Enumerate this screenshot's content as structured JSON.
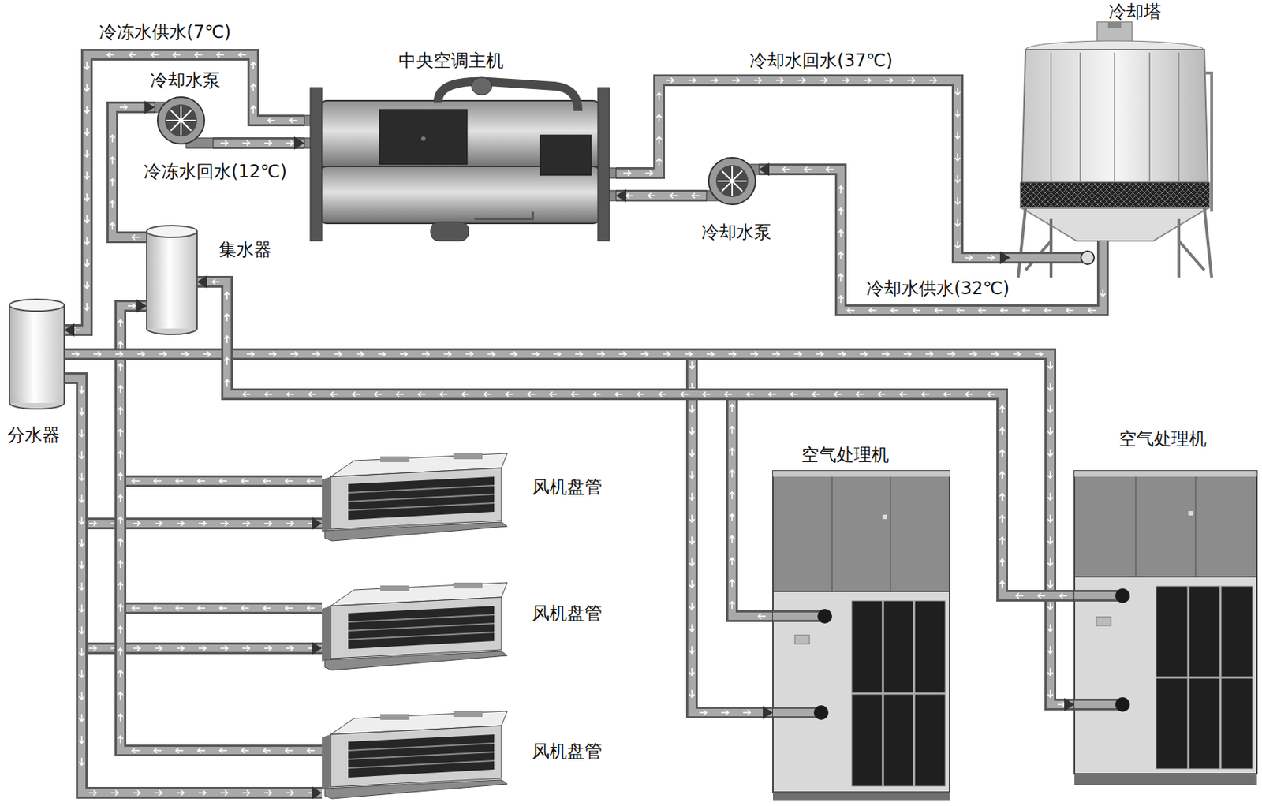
{
  "diagram": {
    "nodes": [
      {
        "text": [
          "中央空调主机"
        ]
      },
      {
        "text": [
          "冷却塔"
        ]
      },
      {
        "text": [
          "冷却水泵"
        ]
      },
      {
        "text": [
          "冷却水泵"
        ]
      },
      {
        "text": [
          "集水器"
        ]
      },
      {
        "text": [
          "分水器"
        ]
      },
      {
        "text": [
          "风机盘管"
        ]
      },
      {
        "text": [
          "风机盘管"
        ]
      },
      {
        "text": [
          "风机盘管"
        ]
      },
      {
        "text": [
          "空气处理机"
        ]
      },
      {
        "text": [
          "空气处理机"
        ]
      }
    ],
    "edges": [
      {
        "from": 0,
        "to": 5,
        "label": "冷冻水供水(7℃)",
        "arrow": "to"
      },
      {
        "from": 4,
        "to": 2,
        "arrow": "to"
      },
      {
        "from": 2,
        "to": 0,
        "label": "冷冻水回水(12℃)",
        "arrow": "to"
      },
      {
        "from": 0,
        "to": 1,
        "label": "冷却水回水(37℃)",
        "arrow": "to"
      },
      {
        "from": 1,
        "to": 3,
        "label": "冷却水供水(32℃)",
        "arrow": "to"
      },
      {
        "from": 3,
        "to": 0,
        "arrow": "to"
      },
      {
        "from": 5,
        "to": 6,
        "arrow": "to"
      },
      {
        "from": 5,
        "to": 7,
        "arrow": "to"
      },
      {
        "from": 5,
        "to": 8,
        "arrow": "to"
      },
      {
        "from": 6,
        "to": 4,
        "arrow": "to"
      },
      {
        "from": 7,
        "to": 4,
        "arrow": "to"
      },
      {
        "from": 8,
        "to": 4,
        "arrow": "to"
      },
      {
        "from": 5,
        "to": 9,
        "arrow": "to"
      },
      {
        "from": 5,
        "to": 10,
        "arrow": "to"
      },
      {
        "from": 9,
        "to": 4,
        "arrow": "to"
      },
      {
        "from": 10,
        "to": 4,
        "arrow": "to"
      }
    ]
  }
}
